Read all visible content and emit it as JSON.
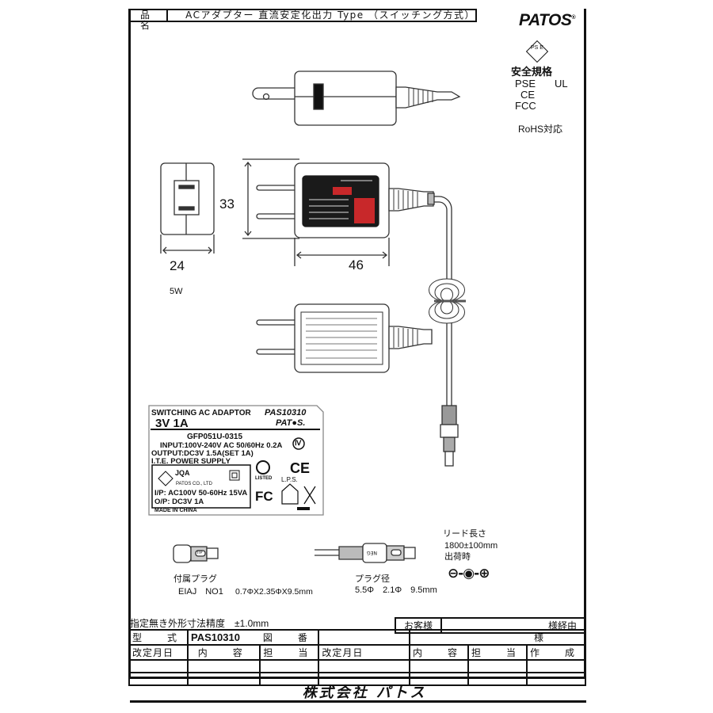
{
  "header": {
    "product_name_label": "品　名",
    "product_name_value": "ACアダプター 直流安定化出力 Type （スイッチング方式）",
    "brand": "PATOS",
    "brand_mark": "®"
  },
  "safety": {
    "pse_mark_text": "PS E",
    "title": "安全規格",
    "standards_row1_left": "PSE",
    "standards_row1_right": "UL",
    "standards_row2": "CE",
    "standards_row3": "FCC",
    "rohs": "RoHS対応"
  },
  "dimensions": {
    "height": "33",
    "depth": "24",
    "width": "46",
    "power": "5W"
  },
  "rating_label": {
    "title": "SWITCHING AC ADAPTOR",
    "model": "PAS10310",
    "rating": "3V 1A",
    "brand": "PAT●S.",
    "part_no": "GFP051U-0315",
    "input": "INPUT:100V-240V AC 50/60Hz 0.2A",
    "output": "OUTPUT:DC3V 1.5A(SET 1A)",
    "ite": "I.T.E. POWER SUPPLY",
    "jqa": "JQA",
    "company": "PATOS CO., LTD",
    "ip": "I/P: AC100V 50-60Hz 15VA",
    "op": "O/P: DC3V 1A",
    "origin": "MADE IN CHINA",
    "efficiency_mark": "Ⅳ",
    "listed": "LISTED",
    "lps": "L.P.S.",
    "fcc": "FC",
    "ce": "CE",
    "tip_label": "TIP",
    "neg_label": "NEG"
  },
  "plugs": {
    "included_title": "付属プラグ",
    "included_spec_name": "EIAJ　NO1",
    "included_spec_dims": "0.7ΦX2.35ΦX9.5mm",
    "diameter_title": "プラグ径",
    "diameter_spec": "5.5Φ　2.1Φ　9.5mm",
    "lead_title": "リード長さ",
    "lead_length": "1800±100mm",
    "lead_note": "出荷時",
    "polarity": "⊖-◉-⊕"
  },
  "table": {
    "tolerance": "指定無き外形寸法精度　±1.0mm",
    "customer_label": "お客様",
    "customer_via": "様経由",
    "customer_sama": "様",
    "model_label": "型　式",
    "model_value": "PAS10310",
    "drawing_no_label": "図　番",
    "drawing_no_value": "",
    "revision_headers": [
      "改定月日",
      "内　容",
      "担　当",
      "改定月日",
      "内　容",
      "担　当",
      "作　成"
    ],
    "revision_rows": [
      [
        "",
        "",
        "",
        "",
        "",
        "",
        ""
      ],
      [
        "",
        "",
        "",
        "",
        "",
        "",
        ""
      ]
    ]
  },
  "footer": {
    "company": "株式会社 パトス"
  }
}
